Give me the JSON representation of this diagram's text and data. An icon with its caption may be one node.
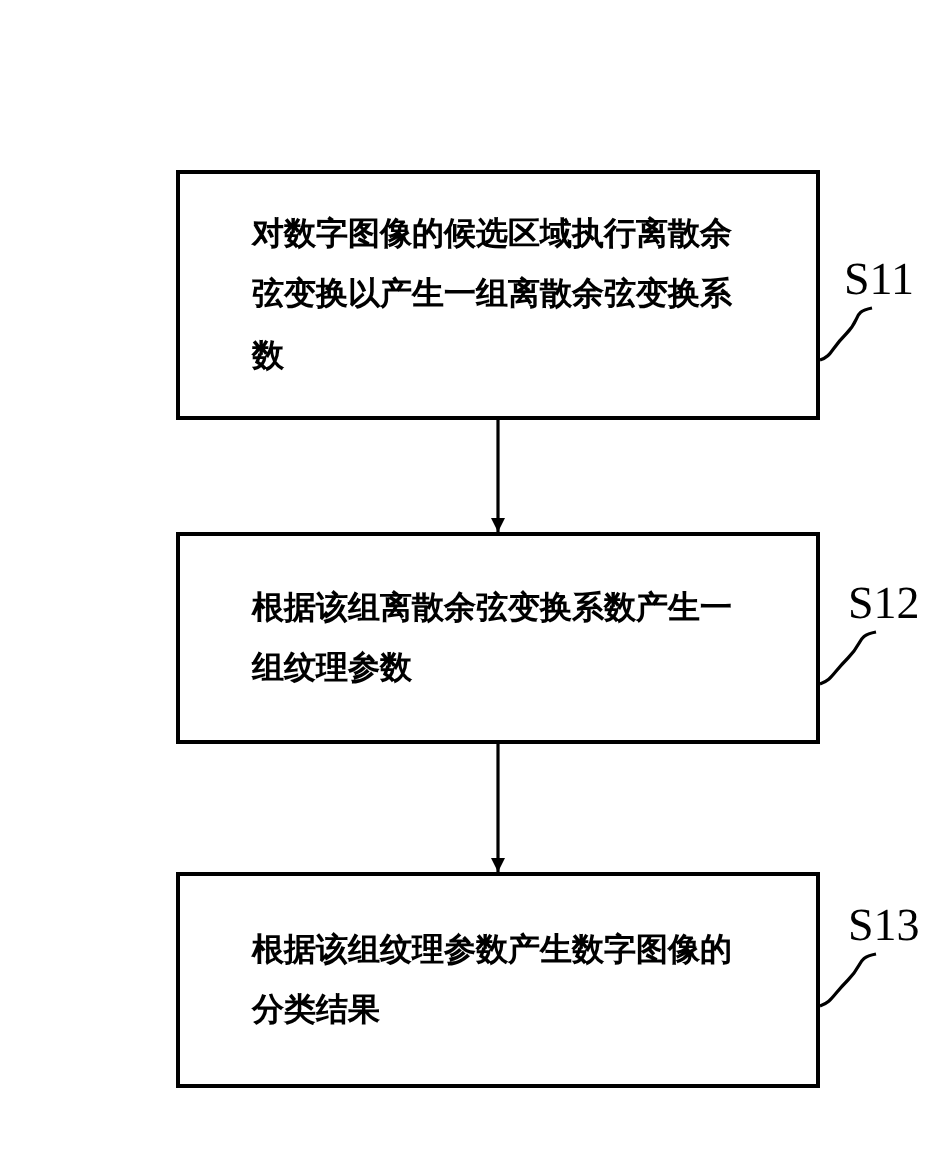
{
  "diagram": {
    "nodes": [
      {
        "text": [
          "对数字图像的候选区域执行离散余弦变换以产生一组离散余弦变换系数"
        ]
      },
      {
        "text": [
          "根据该组离散余弦变换系数产生一组纹理参数"
        ]
      },
      {
        "text": [
          "根据该组纹理参数产生数字图像的分类结果"
        ]
      },
      {
        "text": [
          "S11"
        ]
      },
      {
        "text": [
          "S12"
        ]
      },
      {
        "text": [
          "S13"
        ]
      }
    ],
    "edges": [
      {
        "from": 0,
        "to": 1,
        "arrow": "to"
      },
      {
        "from": 1,
        "to": 2,
        "arrow": "to"
      },
      {
        "from": 3,
        "to": 0,
        "arrow": "none"
      },
      {
        "from": 4,
        "to": 1,
        "arrow": "none"
      },
      {
        "from": 5,
        "to": 2,
        "arrow": "none"
      }
    ]
  }
}
